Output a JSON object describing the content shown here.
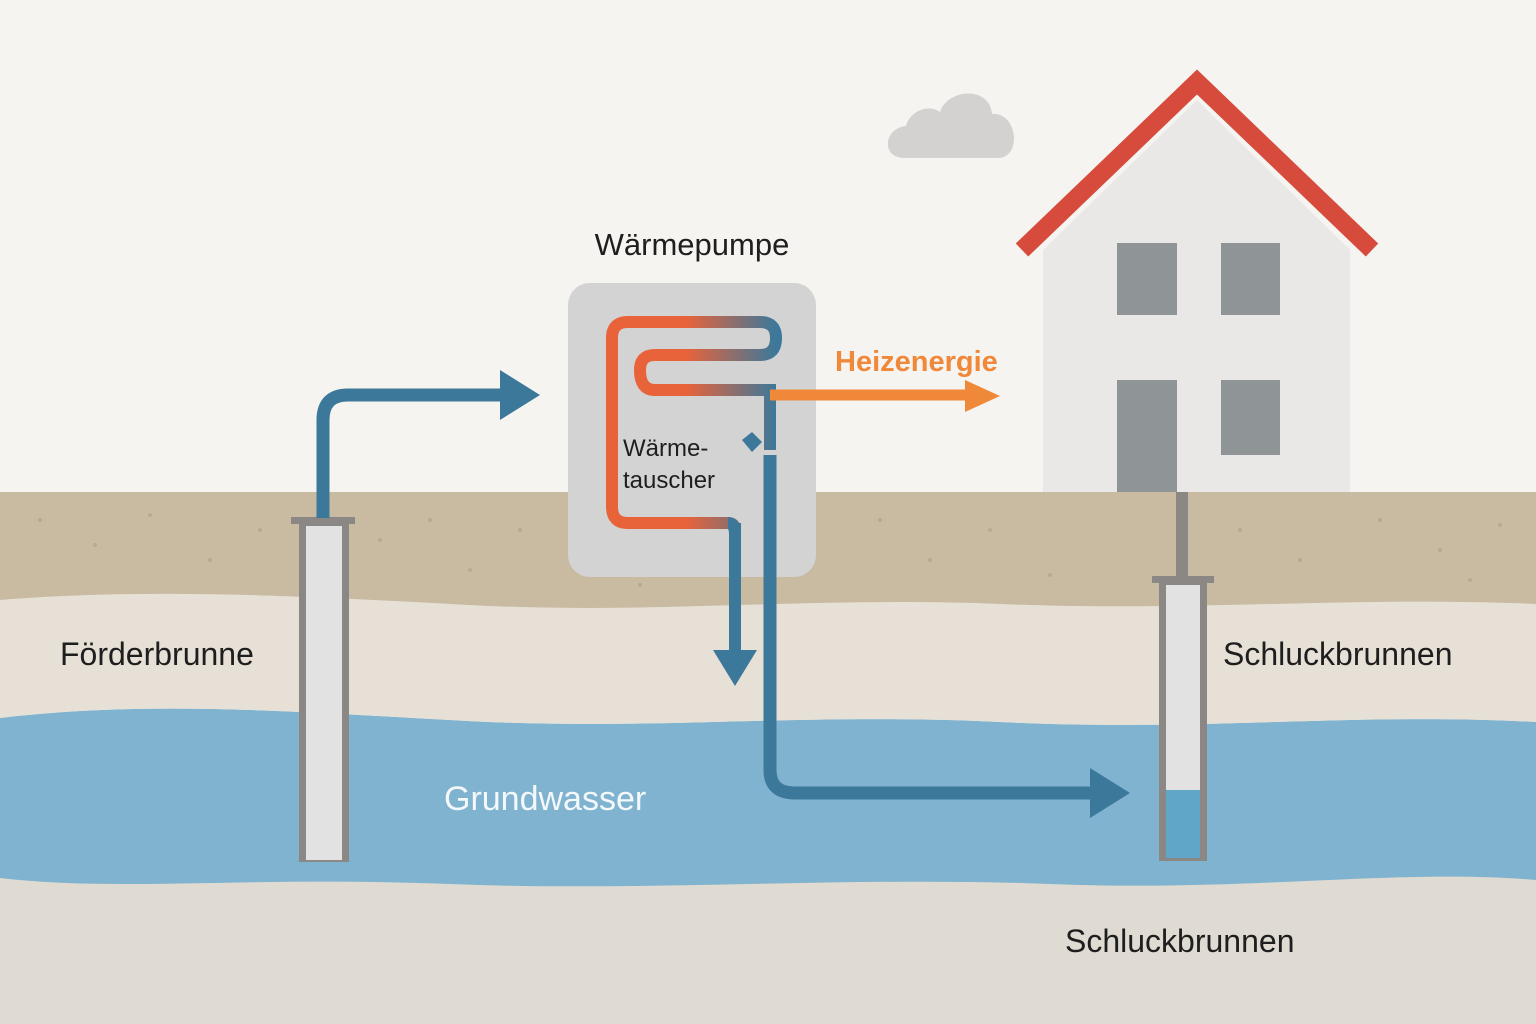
{
  "diagram": {
    "title": "Grundwasser-Wärmepumpe",
    "labels": {
      "heat_pump": "Wärmepumpe",
      "heat_exchanger_line1": "Wärme-",
      "heat_exchanger_line2": "tauscher",
      "heating_energy": "Heizenergie",
      "production_well": "Förderbrunne",
      "injection_well_right": "Schluckbrunnen",
      "injection_well_bottom": "Schluckbrunnen",
      "groundwater": "Grundwasser"
    },
    "colors": {
      "sky": "#f6f4f0",
      "topsoil": "#c9bba2",
      "sand": "#e6e0d6",
      "groundwater": "#7fb3cf",
      "bedrock": "#dfdbd2",
      "cold_pipe": "#3c789a",
      "hot_pipe": "#e8633a",
      "heat_arrow": "#f0883a",
      "roof": "#d64b3c",
      "house_wall": "#e9e8e7",
      "window": "#8f9496",
      "well_casing": "#8a8785",
      "well_inner": "#e2e2e2",
      "well_water": "#5fa6c8",
      "cloud": "#d3d2d0",
      "pump_box": "#d3d3d3"
    },
    "flows": [
      {
        "from": "Förderbrunne",
        "to": "Wärmepumpe",
        "medium": "Grundwasser"
      },
      {
        "from": "Wärmepumpe",
        "to": "Haus",
        "medium": "Heizenergie"
      },
      {
        "from": "Wärmepumpe",
        "to": "Schluckbrunnen",
        "medium": "Grundwasser"
      }
    ]
  }
}
